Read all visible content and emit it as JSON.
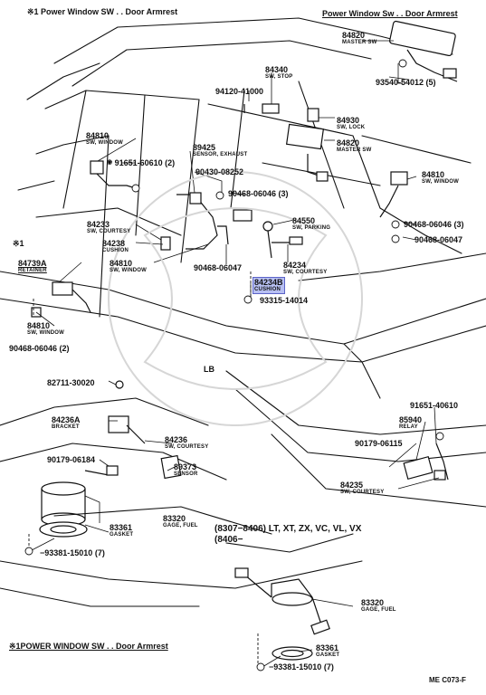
{
  "headers": {
    "top_left": "※1 Power Window SW . . Door Armrest",
    "top_right": "Power Window Sw . . Door Armrest",
    "mid_left": "※1",
    "bottom": "※1POWER WINDOW SW . . Door Armrest"
  },
  "parts": [
    {
      "id": "p84820a",
      "num": "84820",
      "desc": "MASTER SW"
    },
    {
      "id": "p93540",
      "num": "93540-54012 (5)",
      "desc": ""
    },
    {
      "id": "p84340",
      "num": "84340",
      "desc": "SW, STOP"
    },
    {
      "id": "p94120",
      "num": "94120-41000",
      "desc": ""
    },
    {
      "id": "p84930",
      "num": "84930",
      "desc": "SW, LOCK"
    },
    {
      "id": "p84820b",
      "num": "84820",
      "desc": "MASTER SW"
    },
    {
      "id": "p84810a",
      "num": "84810",
      "desc": "SW, WINDOW"
    },
    {
      "id": "p89425",
      "num": "89425",
      "desc": "SENSOR, EXHAUST"
    },
    {
      "id": "p91651a",
      "num": "91651-60610 (2)",
      "desc": ""
    },
    {
      "id": "p90430",
      "num": "90430-08252",
      "desc": ""
    },
    {
      "id": "p90468a",
      "num": "90468-06046 (3)",
      "desc": ""
    },
    {
      "id": "p84810b",
      "num": "84810",
      "desc": "SW, WINDOW"
    },
    {
      "id": "p84233",
      "num": "84233",
      "desc": "SW, COURTESY"
    },
    {
      "id": "p84550",
      "num": "84550",
      "desc": "SW, PARKING"
    },
    {
      "id": "p90468b",
      "num": "90468-06046 (3)",
      "desc": ""
    },
    {
      "id": "p90468c",
      "num": "90468-06047",
      "desc": ""
    },
    {
      "id": "p84238",
      "num": "84238",
      "desc": "CUSHION"
    },
    {
      "id": "p84739a",
      "num": "84739A",
      "desc": "RETAINER"
    },
    {
      "id": "p84810c",
      "num": "84810",
      "desc": "SW, WINDOW"
    },
    {
      "id": "p90468d",
      "num": "90468-06047",
      "desc": ""
    },
    {
      "id": "p84234",
      "num": "84234",
      "desc": "SW, COURTESY"
    },
    {
      "id": "p84234b",
      "num": "84234B",
      "desc": "CUSHION"
    },
    {
      "id": "p93315",
      "num": "93315-14014",
      "desc": ""
    },
    {
      "id": "p84810d",
      "num": "84810",
      "desc": "SW, WINDOW"
    },
    {
      "id": "p90468e",
      "num": "90468-06046 (2)",
      "desc": ""
    },
    {
      "id": "pLB",
      "num": "LB",
      "desc": ""
    },
    {
      "id": "p82711",
      "num": "82711-30020",
      "desc": ""
    },
    {
      "id": "p84236a",
      "num": "84236A",
      "desc": "BRACKET"
    },
    {
      "id": "p84236",
      "num": "84236",
      "desc": "SW, COURTESY"
    },
    {
      "id": "p91651b",
      "num": "91651-40610",
      "desc": ""
    },
    {
      "id": "p85940",
      "num": "85940",
      "desc": "RELAY"
    },
    {
      "id": "p90179a",
      "num": "90179-06184",
      "desc": ""
    },
    {
      "id": "p90179b",
      "num": "90179-06115",
      "desc": ""
    },
    {
      "id": "p89373",
      "num": "89373",
      "desc": "SENSOR"
    },
    {
      "id": "p84235",
      "num": "84235",
      "desc": "SW, COURTESY"
    },
    {
      "id": "p83320a",
      "num": "83320",
      "desc": "GAGE, FUEL"
    },
    {
      "id": "p83361a",
      "num": "83361",
      "desc": "GASKET"
    },
    {
      "id": "p93381a",
      "num": "93381-15010 (7)",
      "desc": ""
    },
    {
      "id": "p83320b",
      "num": "83320",
      "desc": "GAGE, FUEL"
    },
    {
      "id": "p83361b",
      "num": "83361",
      "desc": "GASKET"
    },
    {
      "id": "p93381b",
      "num": "93381-15010 (7)",
      "desc": ""
    }
  ],
  "notes": {
    "range1": "(8307−8406) LT, XT, ZX, VC, VL, VX",
    "range2": "(8406−",
    "ref": "ME C073-F"
  }
}
